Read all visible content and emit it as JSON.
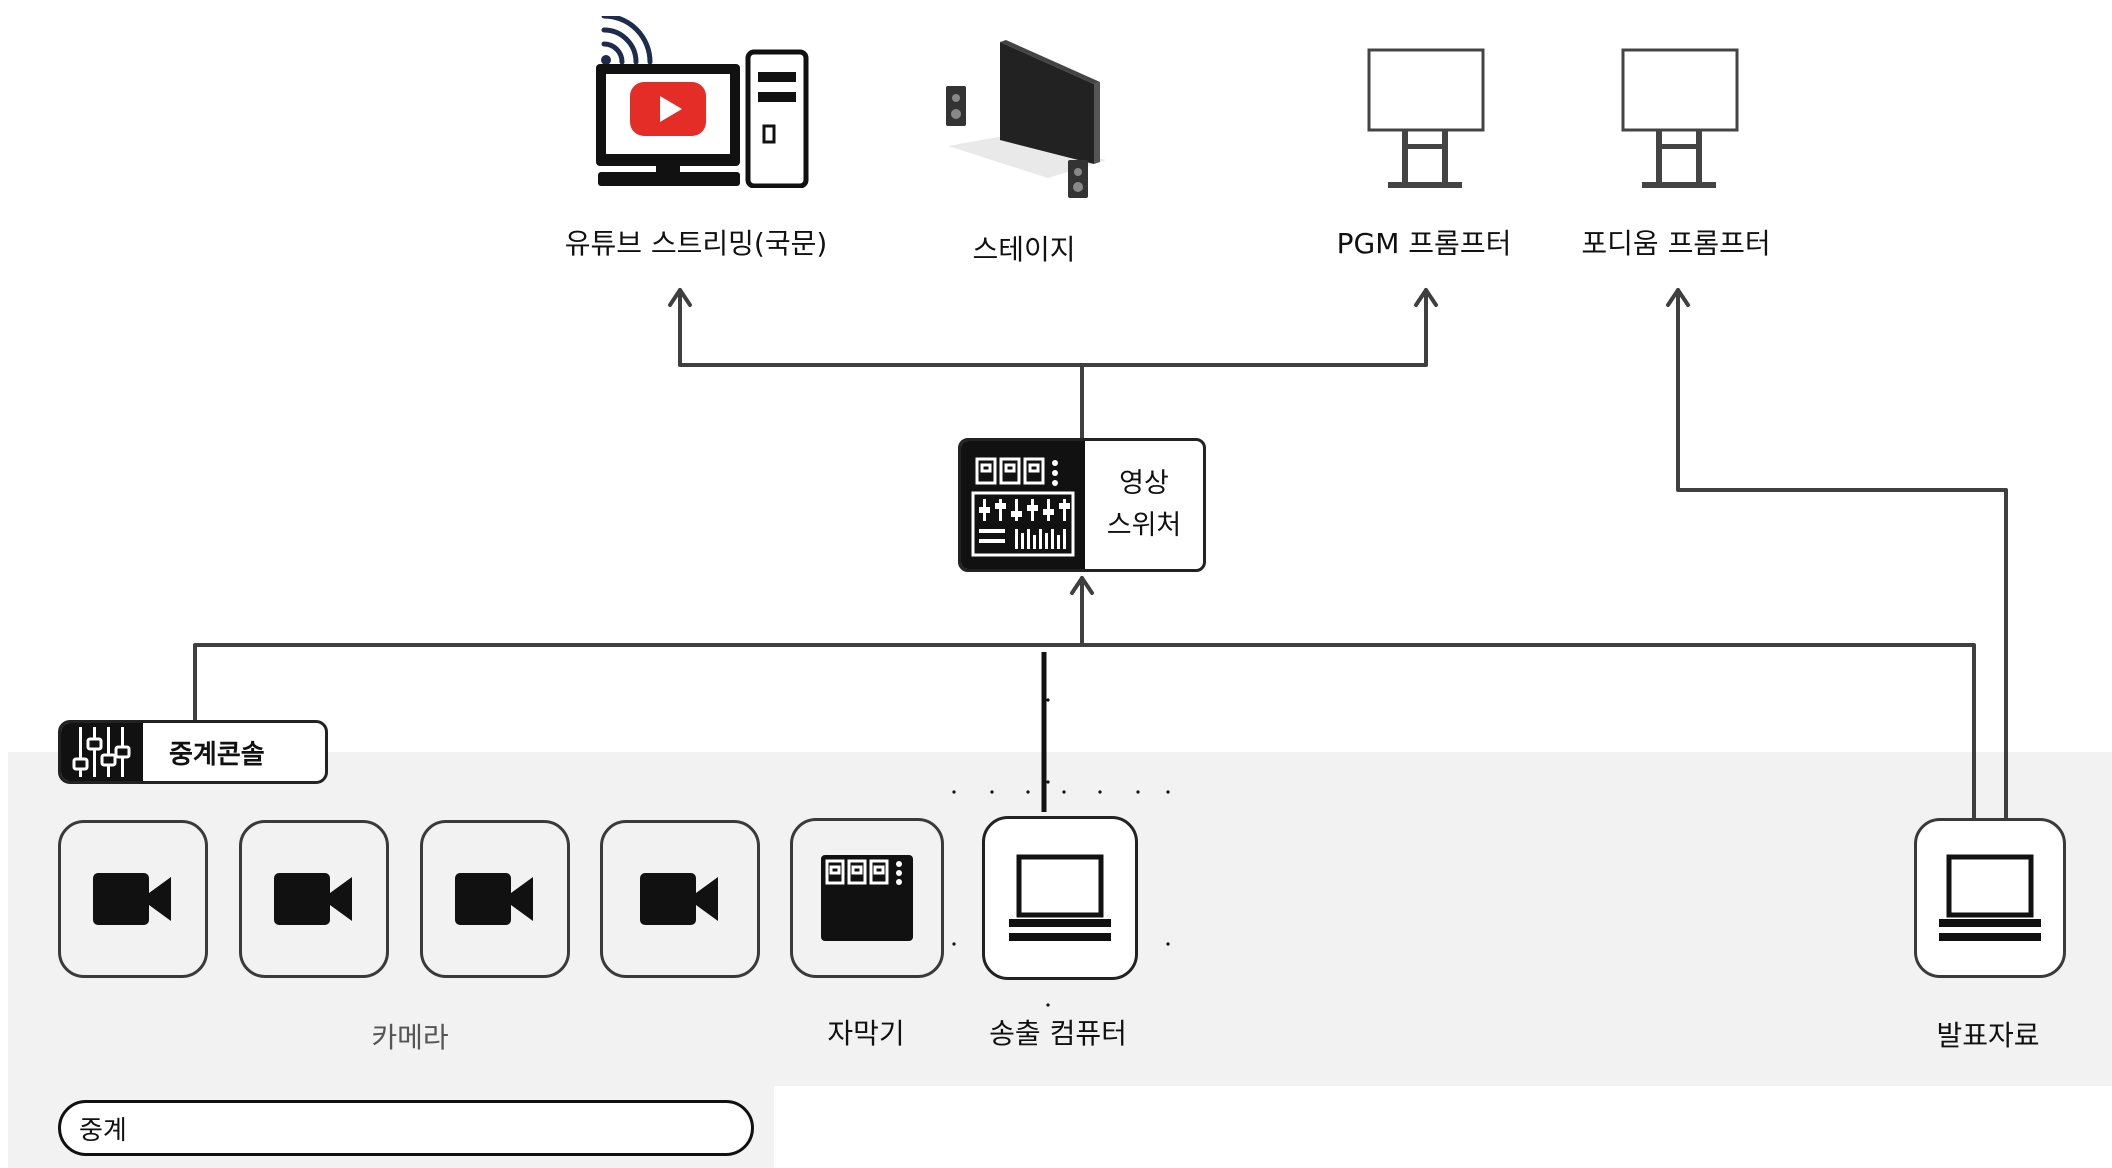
{
  "outputs": {
    "youtube_label": "유튜브 스트리밍(국문)",
    "stage_label": "스테이지",
    "pgm_label": "PGM 프롬프터",
    "podium_label": "포디움 프롬프터"
  },
  "switcher": {
    "line1": "영상",
    "line2": "스위처"
  },
  "console": {
    "label": "중계콘솔"
  },
  "inputs": {
    "cameras": [
      "camera",
      "camera",
      "camera",
      "camera"
    ],
    "camera_label": "카메라",
    "caption_label": "자막기",
    "broadcast_pc_label": "송출 컴퓨터",
    "presentation_label": "발표자료"
  },
  "relay": {
    "label": "중계"
  },
  "colors": {
    "line": "#3f3f3f",
    "youtube_red": "#e52d27",
    "band": "#f2f2f2",
    "icon": "#111111"
  },
  "icons": [
    "youtube-pc-icon",
    "stage-icon",
    "prompter-icon",
    "switcher-icon",
    "mixer-icon",
    "camera-icon",
    "caption-generator-icon",
    "laptop-icon"
  ]
}
